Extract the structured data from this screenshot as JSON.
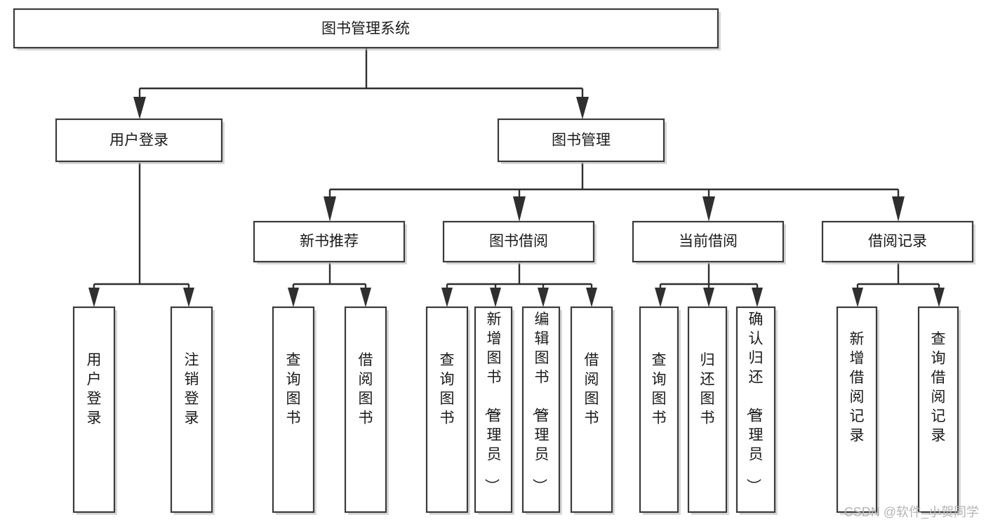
{
  "diagram": {
    "title": "图书管理系统",
    "type": "hierarchy-tree",
    "orientation": "top-down",
    "levels": 4,
    "colors": {
      "box_stroke": "#3b3b3b",
      "box_fill": "#ffffff",
      "connector": "#2f2f2f",
      "text": "#1a1a1a",
      "watermark": "#b4b4b4",
      "background": "#ffffff"
    },
    "root": {
      "label": "图书管理系统"
    },
    "level2": [
      {
        "label": "用户登录"
      },
      {
        "label": "图书管理"
      }
    ],
    "level3": [
      {
        "label": "新书推荐"
      },
      {
        "label": "图书借阅"
      },
      {
        "label": "当前借阅"
      },
      {
        "label": "借阅记录"
      }
    ],
    "leaves": {
      "user_login": [
        {
          "label": "用户登录"
        },
        {
          "label": "注销登录"
        }
      ],
      "new_book_recommend": [
        {
          "label": "查询图书"
        },
        {
          "label": "借阅图书"
        }
      ],
      "book_borrow": [
        {
          "label": "查询图书"
        },
        {
          "label": "新增图书（管理员）"
        },
        {
          "label": "编辑图书（管理员）"
        },
        {
          "label": "借阅图书"
        }
      ],
      "current_borrow": [
        {
          "label": "查询图书"
        },
        {
          "label": "归还图书"
        },
        {
          "label": "确认归还（管理员）"
        }
      ],
      "borrow_record": [
        {
          "label": "新增借阅记录"
        },
        {
          "label": "查询借阅记录"
        }
      ]
    }
  },
  "watermark": {
    "text": "CSDN @软件_小贺同学"
  }
}
